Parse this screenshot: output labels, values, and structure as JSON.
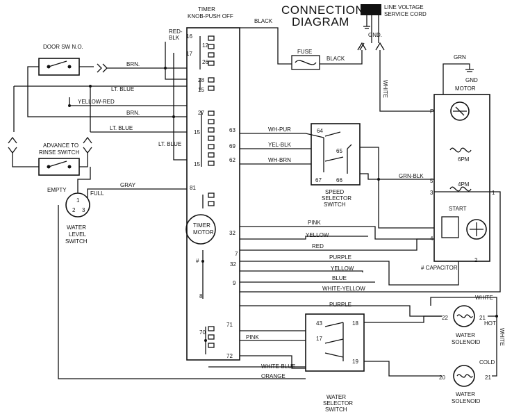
{
  "title": {
    "line1": "CONNECTION",
    "line2": "DIAGRAM"
  },
  "power": {
    "cord_label_1": "LINE VOLTAGE",
    "cord_label_2": "SERVICE CORD",
    "gnd": "GND.",
    "fuse": "FUSE",
    "black": "BLACK",
    "white": "WHITE"
  },
  "timer": {
    "label_1": "TIMER",
    "label_2": "KNOB-PUSH OFF",
    "red_blk_1": "RED-",
    "red_blk_2": "BLK",
    "motor_1": "TIMER",
    "motor_2": "MOTOR"
  },
  "terminals": [
    "16",
    "12",
    "17",
    "26",
    "28",
    "15",
    "27",
    "15",
    "15",
    "81",
    "32",
    "7",
    "32",
    "9",
    "8",
    "70",
    "71",
    "72",
    "63",
    "69",
    "62",
    "64",
    "65",
    "67",
    "66",
    "43",
    "17",
    "18",
    "19"
  ],
  "door_switch": "DOOR SW N.O.",
  "rinse_switch": {
    "line1": "ADVANCE TO",
    "line2": "RINSE SWITCH"
  },
  "water_level": {
    "empty": "EMPTY",
    "full": "FULL",
    "line1": "WATER",
    "line2": "LEVEL",
    "line3": "SWITCH",
    "t1": "1",
    "t2": "2",
    "t3": "3"
  },
  "wires": {
    "brn": "BRN.",
    "lt_blue": "LT. BLUE",
    "yellow_red": "YELLOW-RED",
    "gray": "GRAY",
    "wh_pur": "WH-PUR",
    "yel_blk": "YEL-BLK",
    "wh_brn": "WH-BRN",
    "grn_blk": "GRN-BLK",
    "pink": "PINK",
    "yellow": "YELLOW",
    "red": "RED",
    "purple": "PURPLE",
    "blue": "BLUE",
    "white_yellow": "WHITE-YELLOW",
    "white_blue": "WHITE-BLUE",
    "orange": "ORANGE",
    "white": "WHITE",
    "grn": "GRN"
  },
  "speed_switch": {
    "line1": "SPEED",
    "line2": "SELECTOR",
    "line3": "SWITCH"
  },
  "water_switch": {
    "line1": "WATER",
    "line2": "SELECTOR",
    "line3": "SWITCH"
  },
  "motor": {
    "label": "MOTOR",
    "p": "P",
    "6pm": "6PM",
    "4pm": "4PM",
    "start": "START",
    "t5": "5",
    "t3": "3",
    "t1": "1",
    "t4": "4",
    "t2": "2",
    "capacitor": "# CAPACITOR",
    "gnd": "GND"
  },
  "solenoid_hot": {
    "t22": "22",
    "t21": "21",
    "hot": "HOT",
    "line1": "WATER",
    "line2": "SOLENOID"
  },
  "solenoid_cold": {
    "t20": "20",
    "t21": "21",
    "cold": "COLD",
    "line1": "WATER",
    "line2": "SOLENOID"
  },
  "timer_motor_mark": "#"
}
